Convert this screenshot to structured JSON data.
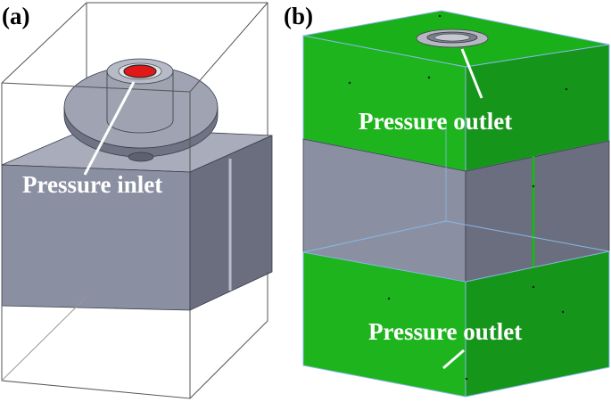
{
  "panels": [
    {
      "tag": "(a)",
      "callout": "Pressure inlet"
    },
    {
      "tag": "(b)",
      "callouts": [
        "Pressure outlet",
        "Pressure outlet"
      ]
    }
  ],
  "colors": {
    "background": "#ffffff",
    "solid_face_front": "#8a8fa1",
    "solid_face_side": "#6a6e7e",
    "solid_face_top": "#a9adbb",
    "domain_green": "#1db41d",
    "domain_green_dark": "#15951a",
    "domain_edge": "#8ab8e8",
    "inlet_red": "#e01818",
    "callout_text": "#ffffff",
    "leader_line": "#ffffff"
  },
  "icons": [
    "bounding-box-wireframe",
    "cylindrical-nozzle",
    "disc-plate",
    "rectangular-block"
  ]
}
